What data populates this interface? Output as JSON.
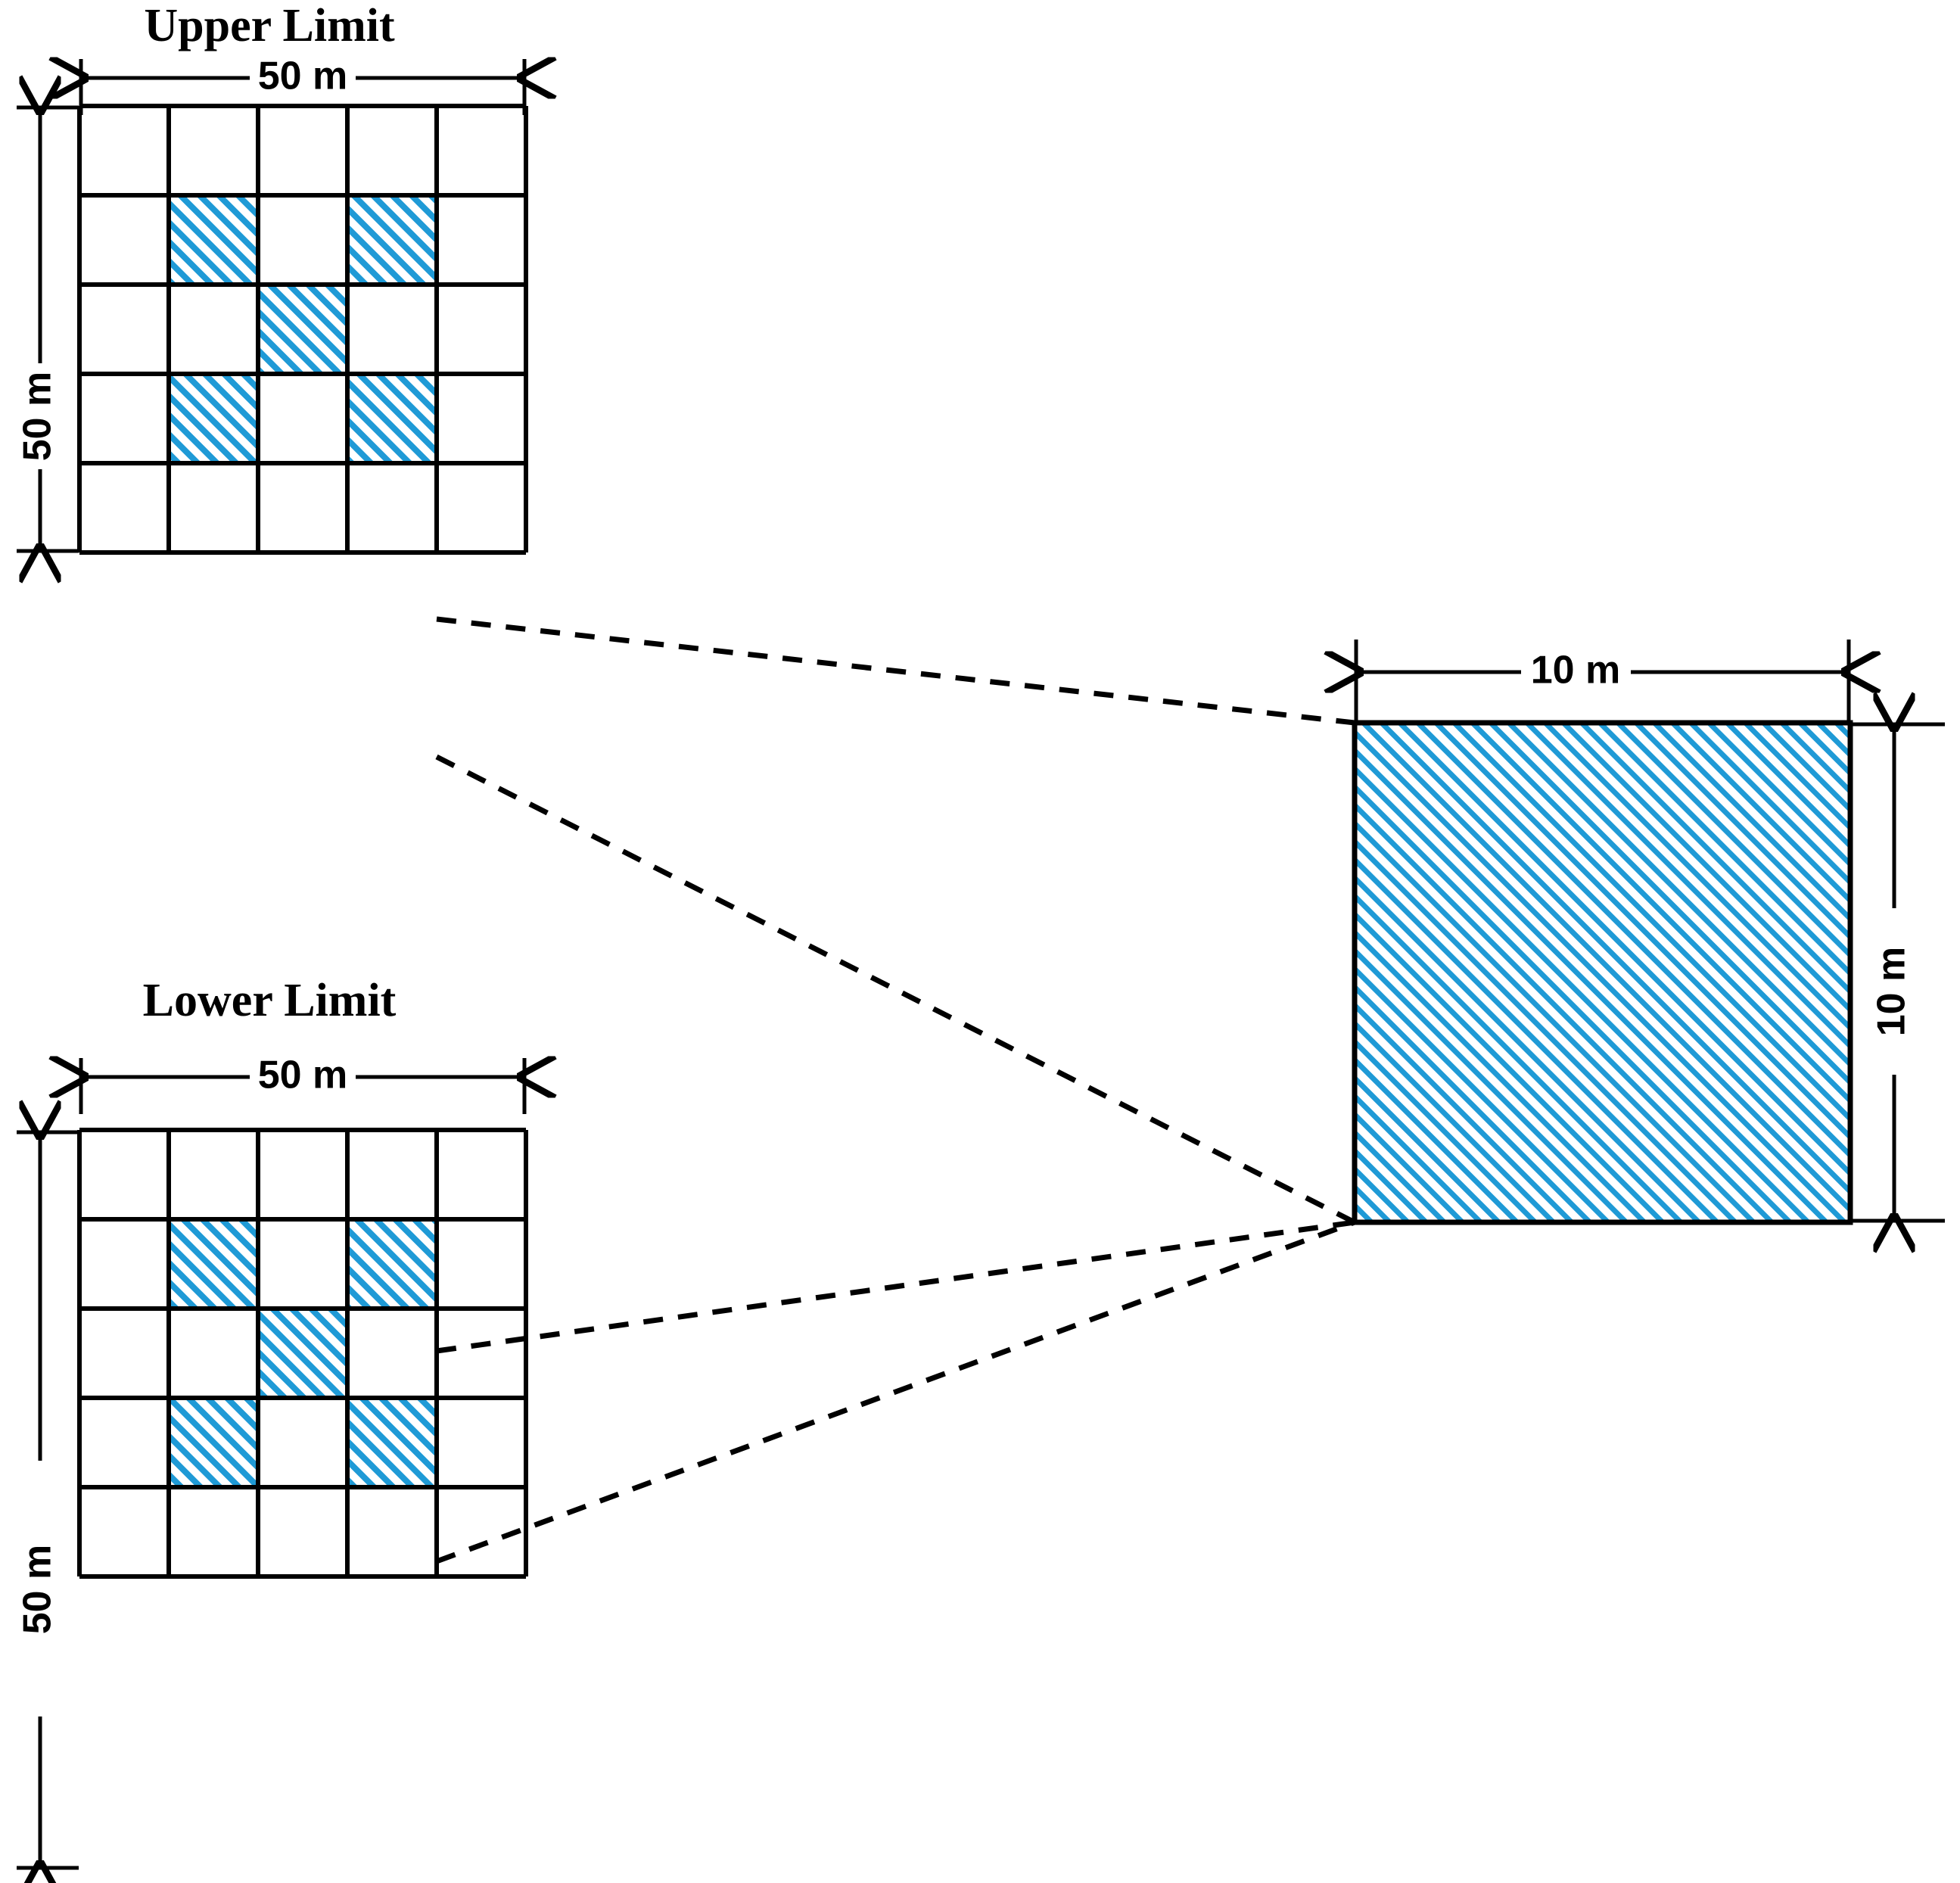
{
  "figure": {
    "background": "#ffffff",
    "line_color": "#000000",
    "hatch_color": "#1f9ad6",
    "panels": [
      {
        "id": "upper",
        "title": "Upper Limit",
        "width_label": "50 m",
        "height_label": "50 m",
        "grid_rows": 5,
        "grid_cols": 5,
        "hatched_cells": [
          [
            2,
            2
          ],
          [
            2,
            4
          ],
          [
            3,
            3
          ],
          [
            4,
            2
          ],
          [
            4,
            4
          ]
        ]
      },
      {
        "id": "lower",
        "title": "Lower Limit",
        "width_label": "50 m",
        "height_label": "50 m",
        "grid_rows": 5,
        "grid_cols": 5,
        "hatched_cells": [
          [
            2,
            2
          ],
          [
            2,
            4
          ],
          [
            3,
            3
          ],
          [
            4,
            2
          ],
          [
            4,
            4
          ]
        ]
      }
    ],
    "detail": {
      "width_label": "10 m",
      "height_label": "10 m",
      "hatched": true
    }
  }
}
